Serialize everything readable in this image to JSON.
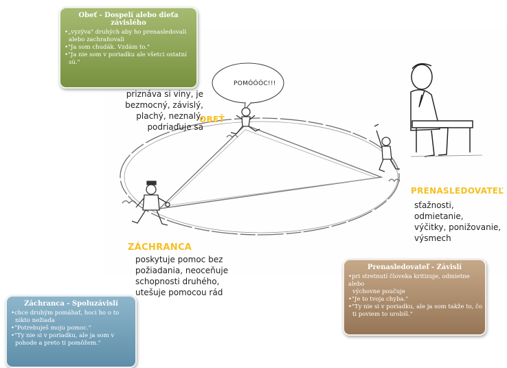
{
  "speech_bubble": "POMÓÓÓC!!!",
  "roles": {
    "victim": {
      "label": "OBEŤ",
      "desc": [
        "priznáva si viny, je",
        "bezmocný, závislý,",
        "plachý, neznalý,",
        "podriaďuje sa"
      ]
    },
    "persecutor": {
      "label": "PRENASLEDOVATEĽ",
      "desc": [
        "sťažnosti, odmietanie,",
        "výčitky, ponižovanie,",
        "výsmech"
      ]
    },
    "rescuer": {
      "label": "ZÁCHRANCA",
      "desc": [
        "poskytuje pomoc bez",
        "požiadania, neoceňuje",
        "schopnosti druhého,",
        "utešuje pomocou rád"
      ]
    }
  },
  "boxes": {
    "victim": {
      "title": "Obeť - Dospelí alebo dieťa závislého",
      "lines": [
        "•„vyzýva\" druhých aby ho prenasledovali",
        "alebo zachraňovali",
        "•\"Ja som chudák. Vzdám to.\"",
        "•\"Ja nie som v poriadku ale všetci ostatní",
        "sú.\""
      ]
    },
    "persecutor": {
      "title": "Prenasledovateľ - Závislí",
      "lines": [
        "•pri stretnutí človeka kritizuje, odmietne alebo",
        "výchovne poučuje",
        "•\"Je to tvoja chyba.\"",
        "•\"Ty nie si v poriadku, ale ja som takže to, čo",
        "ti poviem to urobíš.\""
      ]
    },
    "rescuer": {
      "title": "Záchranca - Spoluzávislí",
      "lines": [
        "•chce druhým pomáhať, hoci ho o to",
        "nikto nežiada",
        "•\"Potrebuješ moju pomoc.\"",
        "•\"Ty nie si v poriadku, ale ja som v",
        "pohode a preto ti pomôžem.\""
      ]
    }
  },
  "colors": {
    "role_label": "#f6bf22",
    "box_green": "#8aa553",
    "box_brown": "#ad8d6d",
    "box_blue": "#74a0ba"
  },
  "icons": [
    "running-victim-figure",
    "running-rescuer-figure",
    "chasing-persecutor-figure",
    "thinking-man-on-chair-figure"
  ]
}
